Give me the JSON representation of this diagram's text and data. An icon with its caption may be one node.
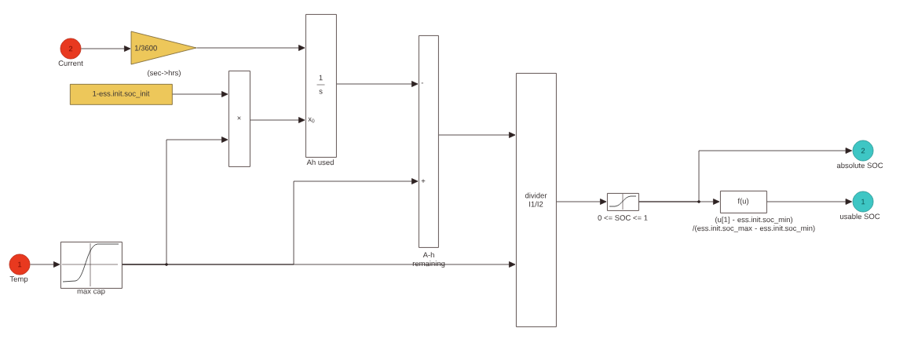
{
  "diagram": {
    "nodes": [
      {
        "text": [
          "2"
        ],
        "beside": [
          "Current"
        ]
      },
      {
        "text": [
          "1/3600"
        ],
        "beside": [
          "(sec->hrs)"
        ]
      },
      {
        "text": [
          "1-ess.init.soc_init"
        ]
      },
      {
        "text": [
          "×"
        ]
      },
      {
        "text": [
          "1",
          "s",
          "x$_{0}$"
        ],
        "beside": [
          "Ah used"
        ]
      },
      {
        "text": [
          "-",
          "+"
        ],
        "beside": [
          "A-h remaining"
        ]
      },
      {
        "text": [
          "1"
        ],
        "beside": [
          "Temp"
        ]
      },
      {
        "text": [],
        "shape": "box",
        "beside": [
          "max cap"
        ]
      },
      {
        "text": [
          "divider I1/I2"
        ]
      },
      {
        "text": [],
        "shape": "box",
        "beside": [
          "0 <= SOC <= 1"
        ]
      },
      {
        "text": [
          "f(u)"
        ],
        "beside": [
          "(u[1] - ess.init.soc_min) /(ess.init.soc_max - ess.init.soc_min)"
        ]
      },
      {
        "text": [
          "2"
        ],
        "beside": [
          "absolute SOC"
        ]
      },
      {
        "text": [
          "1"
        ],
        "beside": [
          "usable SOC"
        ]
      }
    ],
    "edges": [
      {
        "from": 0,
        "to": 1,
        "arrow": "to"
      },
      {
        "from": 1,
        "to": 4,
        "arrow": "to"
      },
      {
        "from": 2,
        "to": 3,
        "arrow": "to"
      },
      {
        "from": 3,
        "to": 4,
        "arrow": "to"
      },
      {
        "from": 4,
        "to": 5,
        "arrow": "to"
      },
      {
        "from": 6,
        "to": 7,
        "arrow": "to"
      },
      {
        "from": 7,
        "to": 3,
        "arrow": "to"
      },
      {
        "from": 7,
        "to": 5,
        "arrow": "to"
      },
      {
        "from": 7,
        "to": 8,
        "arrow": "to"
      },
      {
        "from": 5,
        "to": 8,
        "arrow": "to"
      },
      {
        "from": 8,
        "to": 9,
        "arrow": "to"
      },
      {
        "from": 9,
        "to": 10,
        "arrow": "to"
      },
      {
        "from": 9,
        "to": 11,
        "arrow": "to"
      },
      {
        "from": 10,
        "to": 12,
        "arrow": "to"
      }
    ]
  }
}
